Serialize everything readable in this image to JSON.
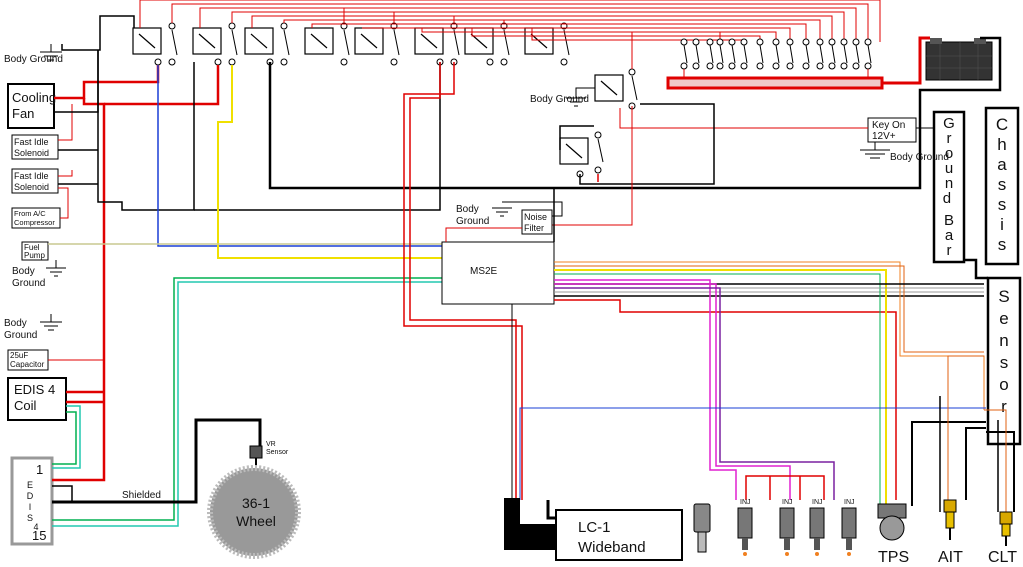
{
  "labels": {
    "body_ground": "Body Ground",
    "cooling_fan": "Cooling Fan",
    "fast_idle_1": "Fast Idle Solenoid",
    "fast_idle_2": "Fast Idle Solenoid",
    "from_ac": "From A/C Compressor",
    "fuel_pump": "Fuel Pump",
    "capacitor": "25uF Capacitor",
    "edis_coil": "EDIS 4 Coil",
    "edis_module": "EDIS 4",
    "pin_1": "1",
    "pin_15": "15",
    "shielded": "Shielded",
    "vr_sensor": "VR Sensor",
    "wheel": "36-1 Wheel",
    "ms2e": "MS2E",
    "noise_filter": "Noise Filter",
    "key_on": "Key On 12V+",
    "ground_bar": "Ground Bar",
    "chassis": "Chassis",
    "sensor": "Sensor",
    "lc1": "LC-1 Wideband",
    "inj": "INJ",
    "tps": "TPS",
    "ait": "AIT",
    "clt": "CLT"
  },
  "colors": {
    "power": "#e00000",
    "ground": "#000000",
    "sig_blue": "#1a3fd6",
    "sig_yellow": "#f0e000",
    "sig_green": "#00b050",
    "sig_teal": "#22c8b0",
    "sig_magenta": "#e020d0",
    "sig_purple": "#7a20a0",
    "sig_orange": "#f08020",
    "fuse_bar": "#f0c8c8"
  }
}
